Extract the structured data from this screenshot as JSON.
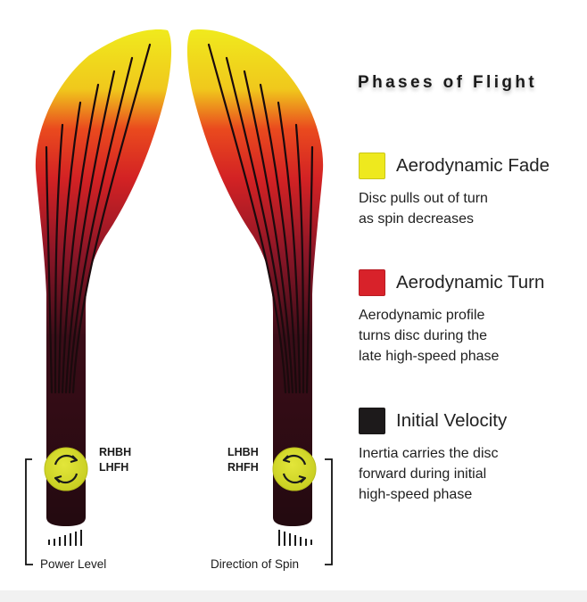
{
  "title": "Phases of Flight",
  "legend": [
    {
      "label": "Aerodynamic Fade",
      "color": "#eee91e",
      "description": "Disc pulls out of turn\nas spin decreases"
    },
    {
      "label": "Aerodynamic Turn",
      "color": "#d8222a",
      "description": "Aerodynamic profile\nturns disc during the\nlate high-speed phase"
    },
    {
      "label": "Initial Velocity",
      "color": "#1d1a1b",
      "description": "Inertia carries the disc\nforward during initial\nhigh-speed phase"
    }
  ],
  "left_path": {
    "line1": "RHBH",
    "line2": "LHFH",
    "caption": "Power Level"
  },
  "right_path": {
    "line1": "LHBH",
    "line2": "RHFH",
    "caption": "Direction of Spin"
  },
  "colors": {
    "disc": "#d8dd2b",
    "dark": "#250a12",
    "red": "#e0291f",
    "yellow": "#eee91e"
  }
}
